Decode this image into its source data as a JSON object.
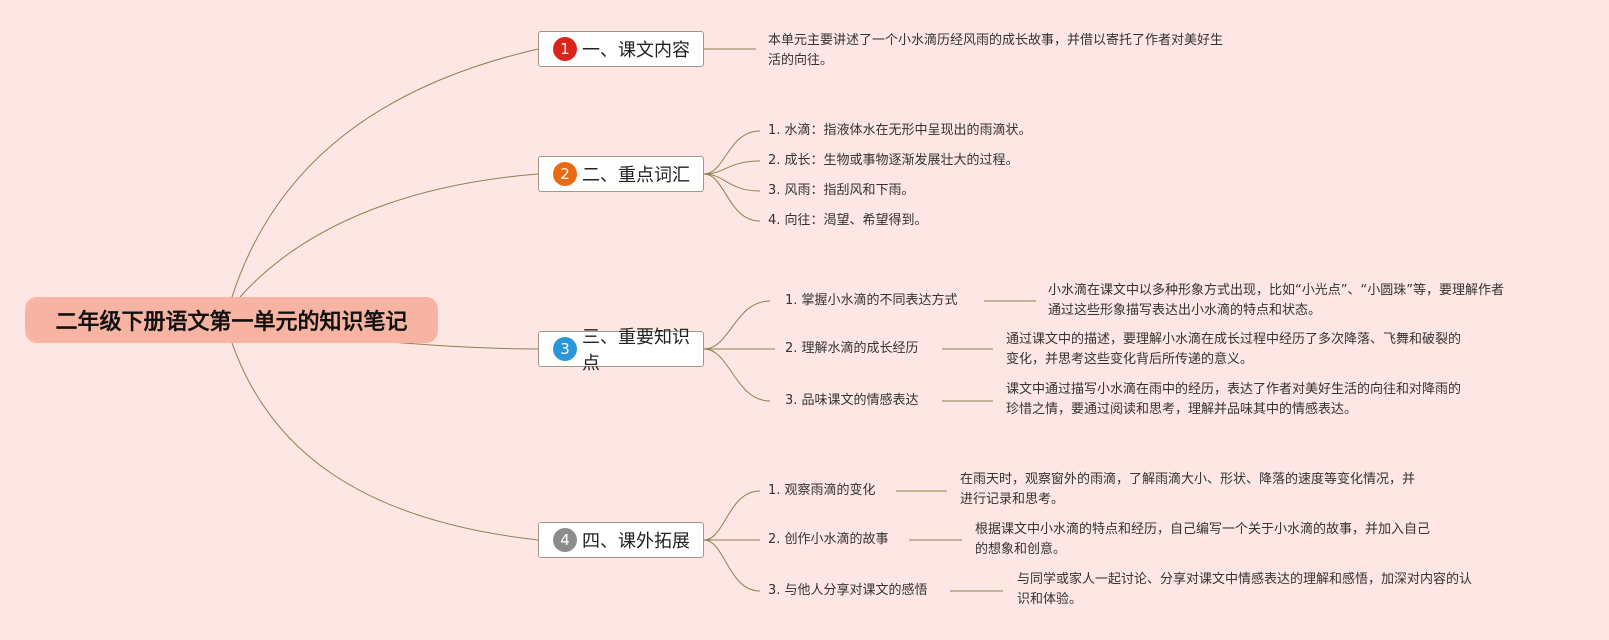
{
  "root": {
    "title": "二年级下册语文第一单元的知识笔记"
  },
  "branches": [
    {
      "number": "1",
      "badge_color": "#d9251b",
      "label": "一、课文内容",
      "note": [
        "本单元主要讲述了一个小水滴历经风雨的成长故事，并借以寄托了作者对美好生",
        "活的向往。"
      ]
    },
    {
      "number": "2",
      "badge_color": "#ea6a12",
      "label": "二、重点词汇",
      "items": [
        {
          "text": "1. 水滴：指液体水在无形中呈现出的雨滴状。"
        },
        {
          "text": "2. 成长：生物或事物逐渐发展壮大的过程。"
        },
        {
          "text": "3. 风雨：指刮风和下雨。"
        },
        {
          "text": "4. 向往：渴望、希望得到。"
        }
      ]
    },
    {
      "number": "3",
      "badge_color": "#2a97d8",
      "label": "三、重要知识点",
      "items": [
        {
          "text": "1. 掌握小水滴的不同表达方式",
          "note": [
            "小水滴在课文中以多种形象方式出现，比如“小光点”、“小圆珠”等，要理解作者",
            "通过这些形象描写表达出小水滴的特点和状态。"
          ]
        },
        {
          "text": "2. 理解水滴的成长经历",
          "note": [
            "通过课文中的描述，要理解小水滴在成长过程中经历了多次降落、飞舞和破裂的",
            "变化，并思考这些变化背后所传递的意义。"
          ]
        },
        {
          "text": "3. 品味课文的情感表达",
          "note": [
            "课文中通过描写小水滴在雨中的经历，表达了作者对美好生活的向往和对降雨的",
            "珍惜之情，要通过阅读和思考，理解并品味其中的情感表达。"
          ]
        }
      ]
    },
    {
      "number": "4",
      "badge_color": "#8c8c8c",
      "label": "四、课外拓展",
      "items": [
        {
          "text": "1. 观察雨滴的变化",
          "note": [
            "在雨天时，观察窗外的雨滴，了解雨滴大小、形状、降落的速度等变化情况，并",
            "进行记录和思考。"
          ]
        },
        {
          "text": "2. 创作小水滴的故事",
          "note": [
            "根据课文中小水滴的特点和经历，自己编写一个关于小水滴的故事，并加入自己",
            "的想象和创意。"
          ]
        },
        {
          "text": "3. 与他人分享对课文的感悟",
          "note": [
            "与同学或家人一起讨论、分享对课文中情感表达的理解和感悟，加深对内容的认",
            "识和体验。"
          ]
        }
      ]
    }
  ]
}
